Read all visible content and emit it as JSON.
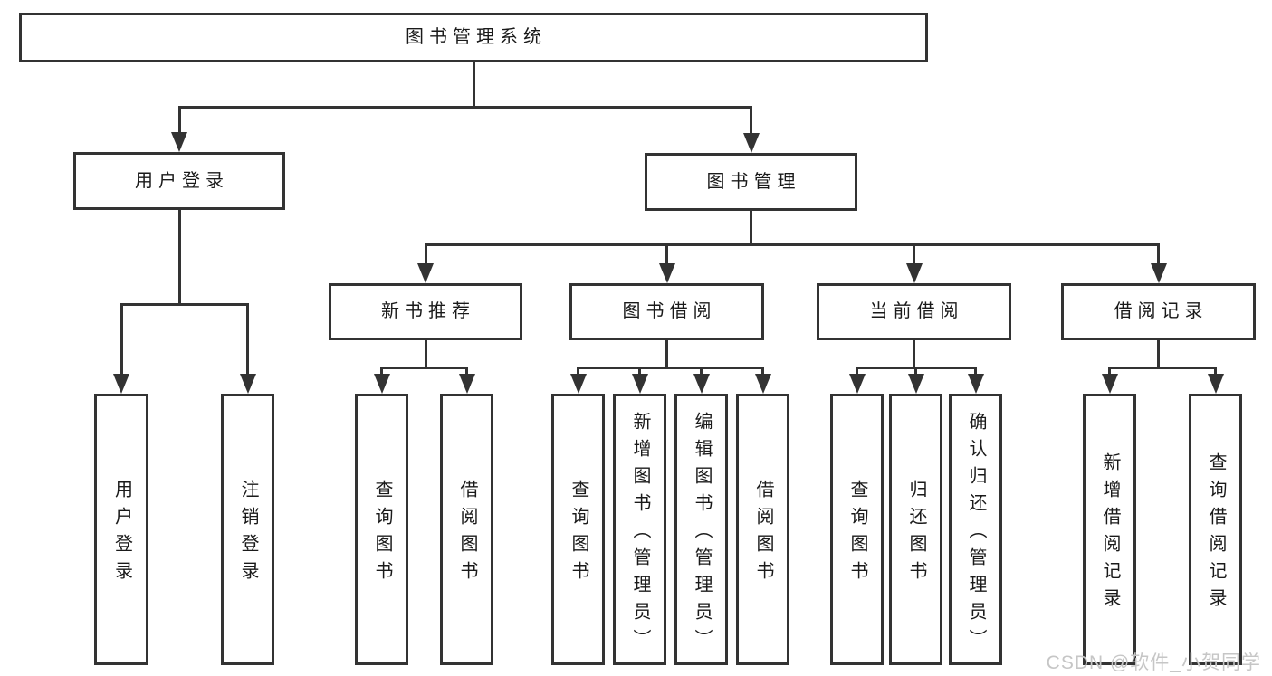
{
  "diagram": {
    "title": "图书管理系统",
    "colors": {
      "background": "#ffffff",
      "line": "#333333",
      "text": "#1a1a1a",
      "watermark": "#c6c6c6"
    }
  },
  "nodes": [
    {
      "id": "root",
      "label": "图书管理系统",
      "parent": null,
      "orientation": "horizontal"
    },
    {
      "id": "user-login",
      "label": "用户登录",
      "parent": "root",
      "orientation": "horizontal"
    },
    {
      "id": "book-mgmt",
      "label": "图书管理",
      "parent": "root",
      "orientation": "horizontal"
    },
    {
      "id": "new-book-rec",
      "label": "新书推荐",
      "parent": "book-mgmt",
      "orientation": "horizontal"
    },
    {
      "id": "book-borrow",
      "label": "图书借阅",
      "parent": "book-mgmt",
      "orientation": "horizontal"
    },
    {
      "id": "current-borrow",
      "label": "当前借阅",
      "parent": "book-mgmt",
      "orientation": "horizontal"
    },
    {
      "id": "borrow-record",
      "label": "借阅记录",
      "parent": "book-mgmt",
      "orientation": "horizontal"
    },
    {
      "id": "leaf-user-login",
      "label": "用户登录",
      "parent": "user-login",
      "orientation": "vertical"
    },
    {
      "id": "leaf-logout",
      "label": "注销登录",
      "parent": "user-login",
      "orientation": "vertical"
    },
    {
      "id": "leaf-rec-query",
      "label": "查询图书",
      "parent": "new-book-rec",
      "orientation": "vertical"
    },
    {
      "id": "leaf-rec-borrow",
      "label": "借阅图书",
      "parent": "new-book-rec",
      "orientation": "vertical"
    },
    {
      "id": "leaf-bor-query",
      "label": "查询图书",
      "parent": "book-borrow",
      "orientation": "vertical"
    },
    {
      "id": "leaf-bor-add",
      "label": "新增图书（管理员）",
      "parent": "book-borrow",
      "orientation": "vertical"
    },
    {
      "id": "leaf-bor-edit",
      "label": "编辑图书（管理员）",
      "parent": "book-borrow",
      "orientation": "vertical"
    },
    {
      "id": "leaf-bor-borrow",
      "label": "借阅图书",
      "parent": "book-borrow",
      "orientation": "vertical"
    },
    {
      "id": "leaf-cur-query",
      "label": "查询图书",
      "parent": "current-borrow",
      "orientation": "vertical"
    },
    {
      "id": "leaf-cur-return",
      "label": "归还图书",
      "parent": "current-borrow",
      "orientation": "vertical"
    },
    {
      "id": "leaf-cur-confirm",
      "label": "确认归还（管理员）",
      "parent": "current-borrow",
      "orientation": "vertical"
    },
    {
      "id": "leaf-rb-add",
      "label": "新增借阅记录",
      "parent": "borrow-record",
      "orientation": "vertical"
    },
    {
      "id": "leaf-rb-query",
      "label": "查询借阅记录",
      "parent": "borrow-record",
      "orientation": "vertical"
    }
  ],
  "watermark": {
    "text": "CSDN @软件_小贺同学"
  }
}
